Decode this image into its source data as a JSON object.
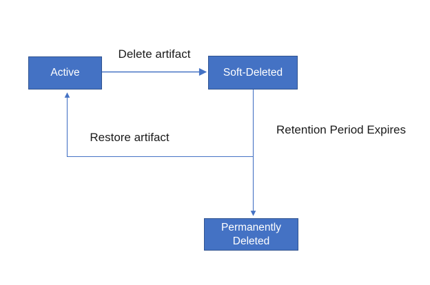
{
  "diagram": {
    "background": "#FFFFFF",
    "nodes": {
      "active": {
        "label": "Active"
      },
      "soft_deleted": {
        "label": "Soft-Deleted"
      },
      "permanently_deleted": {
        "line1": "Permanently",
        "line2": "Deleted"
      }
    },
    "edges": {
      "delete": {
        "label": "Delete artifact",
        "from": "Active",
        "to": "Soft-Deleted"
      },
      "retention": {
        "label": "Retention Period Expires",
        "from": "Soft-Deleted",
        "to": "Permanently Deleted"
      },
      "restore": {
        "label": "Restore artifact",
        "from": "Soft-Deleted",
        "to": "Active"
      }
    },
    "colors": {
      "node_fill": "#4472C4",
      "node_border": "#2F528F",
      "node_text": "#FFFFFF",
      "connector": "#4472C4",
      "edge_label_text": "#1A1A1A"
    }
  }
}
